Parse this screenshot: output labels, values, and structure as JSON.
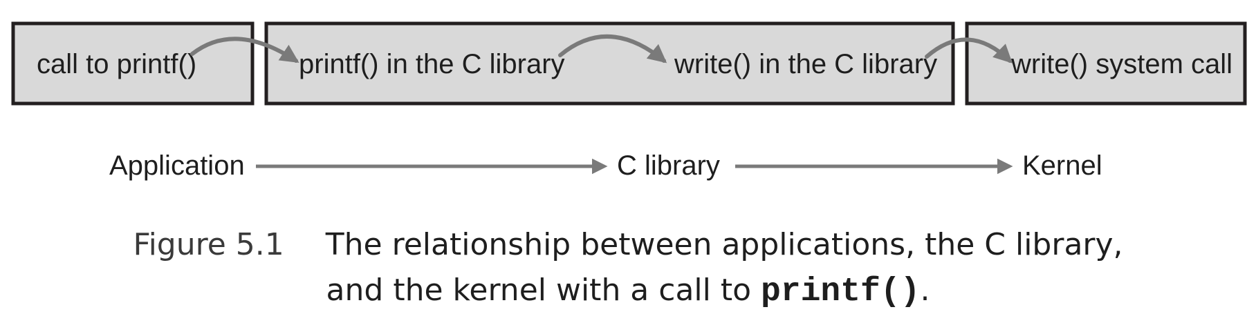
{
  "boxes": {
    "application": {
      "label": "call to printf()"
    },
    "c_library": {
      "printf_label": "printf() in the C library",
      "write_label": "write() in the C library"
    },
    "kernel": {
      "label": "write() system call"
    }
  },
  "layers": {
    "application": "Application",
    "c_library": "C library",
    "kernel": "Kernel"
  },
  "caption": {
    "figure_label": "Figure 5.1",
    "line1": "The relationship between applications, the C library,",
    "line2_prefix": "and the kernel with a call to ",
    "code": "printf()",
    "line2_suffix": "."
  },
  "colors": {
    "box_fill": "#d9d9d9",
    "box_border": "#231f20",
    "arrow": "#7a7a7a",
    "text": "#1e1e1e"
  }
}
